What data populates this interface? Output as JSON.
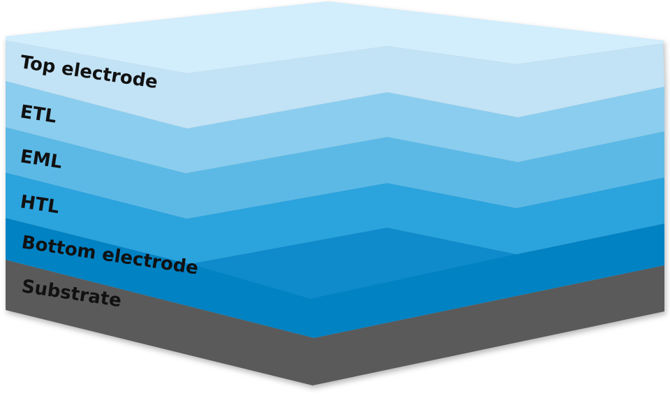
{
  "diagram": {
    "layers": [
      {
        "id": "top-electrode",
        "label": "Top electrode",
        "color": "#c2e2f5"
      },
      {
        "id": "etl",
        "label": "ETL",
        "color": "#8bcdee"
      },
      {
        "id": "eml",
        "label": "EML",
        "color": "#5cb9e6"
      },
      {
        "id": "htl",
        "label": "HTL",
        "color": "#2ba3dd"
      },
      {
        "id": "bottom-electrode",
        "label": "Bottom electrode",
        "color": "#0082c3"
      },
      {
        "id": "substrate",
        "label": "Substrate",
        "color": "#5a5a5a"
      }
    ],
    "top_surface_color": "#d2edfc",
    "depression_color": "#0f8acb"
  }
}
